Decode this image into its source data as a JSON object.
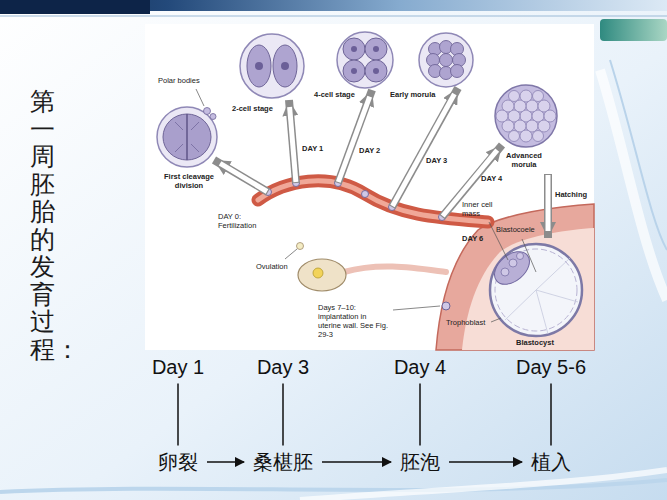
{
  "diagram": {
    "title": "第一周胚胎的发育过程：",
    "nodes": [
      {
        "text": [
          "Day 1"
        ]
      },
      {
        "text": [
          "Day 3"
        ]
      },
      {
        "text": [
          "Day 4"
        ]
      },
      {
        "text": [
          "Day 5-6"
        ]
      },
      {
        "text": [
          "卵裂"
        ]
      },
      {
        "text": [
          "桑椹胚"
        ]
      },
      {
        "text": [
          "胚泡"
        ]
      },
      {
        "text": [
          "植入"
        ]
      }
    ],
    "edges": [
      {
        "from": 0,
        "to": 4,
        "arrow": "none"
      },
      {
        "from": 1,
        "to": 5,
        "arrow": "none"
      },
      {
        "from": 2,
        "to": 6,
        "arrow": "none"
      },
      {
        "from": 3,
        "to": 7,
        "arrow": "none"
      },
      {
        "from": 4,
        "to": 5,
        "arrow": "to"
      },
      {
        "from": 5,
        "to": 6,
        "arrow": "to"
      },
      {
        "from": 6,
        "to": 7,
        "arrow": "to"
      }
    ],
    "labels": [
      "Polar bodies",
      "First cleavage division",
      "2-cell stage",
      "DAY 1",
      "4-cell stage",
      "DAY 2",
      "Early morula",
      "DAY 3",
      "DAY 4",
      "Advanced morula",
      "Hatching",
      "DAY 0: Fertilization",
      "Inner cell mass",
      "Blastocoele",
      "DAY 6",
      "Ovulation",
      "Days 7–10: implantation in uterine wall. See Fig. 29-3",
      "Trophoblast",
      "Blastocyst"
    ]
  }
}
